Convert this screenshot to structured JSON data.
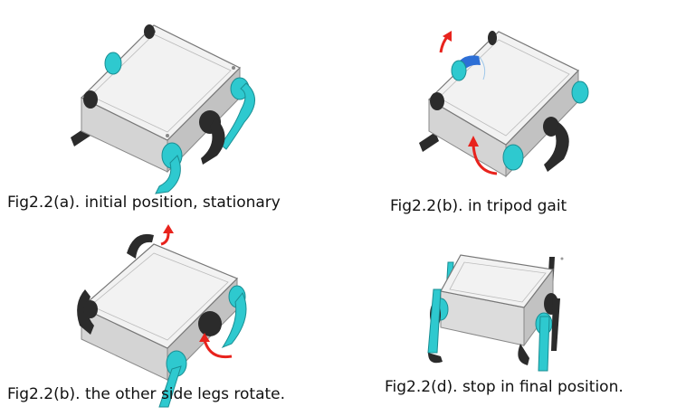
{
  "figures": [
    {
      "id": "a",
      "caption": "Fig2.2(a). initial position, stationary"
    },
    {
      "id": "b",
      "caption": "Fig2.2(b). in tripod gait"
    },
    {
      "id": "c",
      "caption": "Fig2.2(b). the other side legs rotate."
    },
    {
      "id": "d",
      "caption": "Fig2.2(d). stop in final position."
    }
  ],
  "colors": {
    "leg_cyan": "#2ec9cf",
    "leg_dark": "#2b2b2b",
    "body_light": "#eeeeee",
    "body_side": "#cfcfcf",
    "arrow_red": "#e8231d",
    "motion_blue": "#2d6fd6"
  }
}
